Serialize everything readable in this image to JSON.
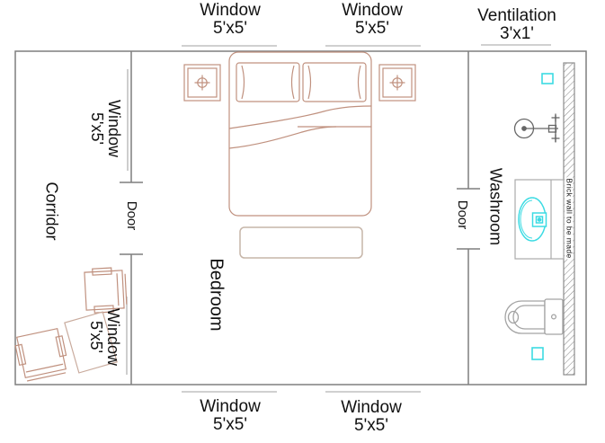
{
  "drawing": {
    "type": "floor-plan"
  },
  "colors": {
    "wall": "#7f7f7f",
    "dimension_line": "#b3b3b3",
    "furniture_tan": "#c0917f",
    "bench_tan": "#c6b5a8",
    "fixture_gray": "#a3a3a3",
    "shower_gray": "#666666",
    "accent_cyan": "#3cdbe3",
    "text": "#111111"
  },
  "labels": {
    "window_top_left": {
      "title": "Window",
      "size": "5'x5'"
    },
    "window_top_right": {
      "title": "Window",
      "size": "5'x5'"
    },
    "ventilation": {
      "title": "Ventilation",
      "size": "3'x1'"
    },
    "window_bottom_left": {
      "title": "Window",
      "size": "5'x5'"
    },
    "window_bottom_right": {
      "title": "Window",
      "size": "5'x5'"
    },
    "window_left_wall": {
      "title": "Window",
      "size": "5'x5'"
    },
    "window_corridor": {
      "title": "Window",
      "size": "5'x5'"
    },
    "door_bedroom": "Door",
    "door_washroom": "Door",
    "room_corridor": "Corridor",
    "room_bedroom": "Bedroom",
    "room_washroom": "Washroom",
    "brick_wall_note": "Brick wall to be made"
  }
}
